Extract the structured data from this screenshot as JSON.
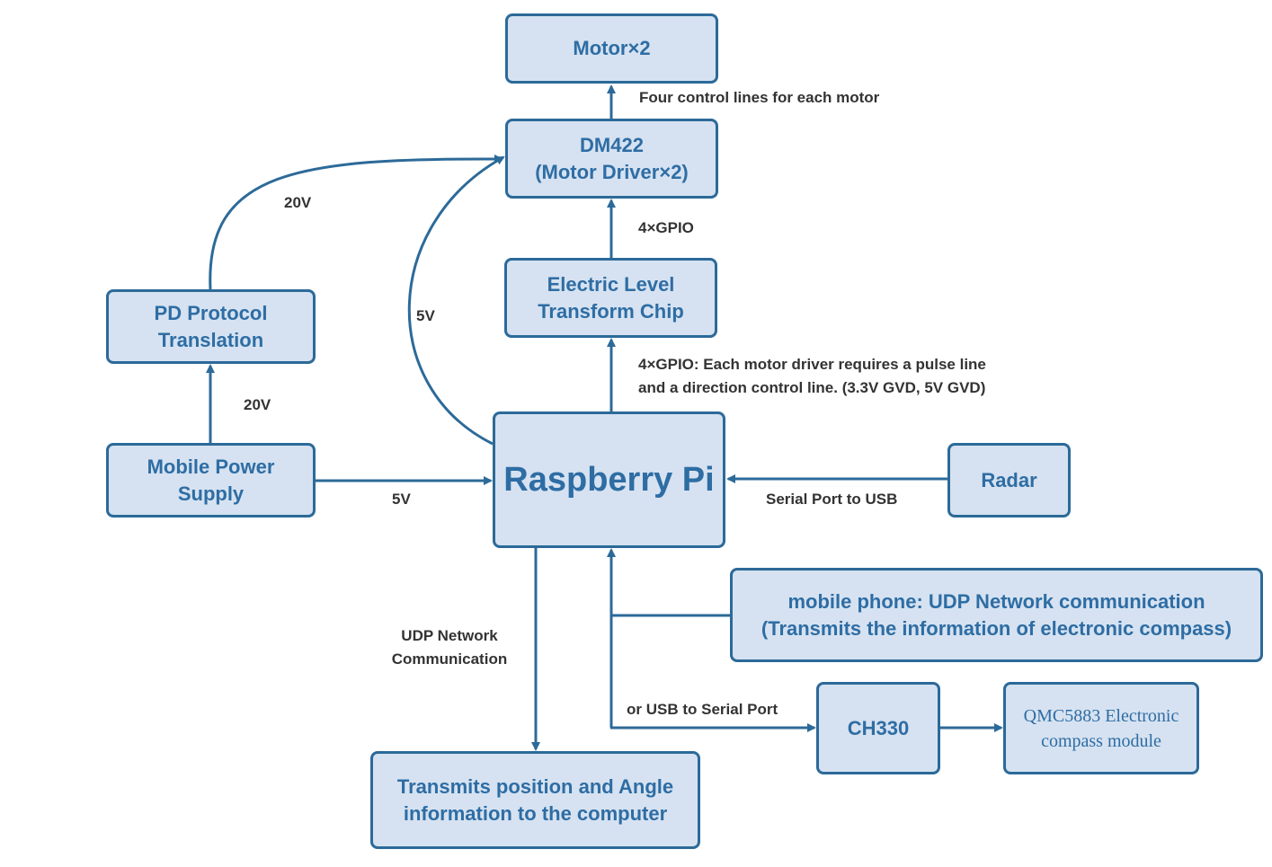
{
  "colors": {
    "box_fill": "#d6e2f1",
    "box_border": "#2c6a99",
    "box_text": "#2e6da4",
    "wire": "#2c6a99",
    "label_text": "#333333"
  },
  "nodes": {
    "motor": {
      "text": "Motor×2"
    },
    "dm422": {
      "line1": "DM422",
      "line2": "(Motor Driver×2)"
    },
    "level_chip": {
      "line1": "Electric Level",
      "line2": "Transform Chip"
    },
    "pd": {
      "line1": "PD Protocol",
      "line2": "Translation"
    },
    "power": {
      "line1": "Mobile Power",
      "line2": "Supply"
    },
    "rpi": {
      "text": "Raspberry Pi"
    },
    "radar": {
      "text": "Radar"
    },
    "phone": {
      "line1": "mobile phone:  UDP Network communication",
      "line2": "(Transmits the information of electronic compass)"
    },
    "ch330": {
      "text": "CH330"
    },
    "compass": {
      "line1": "QMC5883 Electronic",
      "line2": "compass module"
    },
    "computer": {
      "line1": "Transmits position and Angle",
      "line2": "information to the computer"
    }
  },
  "edge_labels": {
    "four_control": "Four control lines for each motor",
    "gpio_top": "4×GPIO",
    "gpio_detail_1": "4×GPIO: Each motor driver requires a pulse line",
    "gpio_detail_2": "and a direction control line. (3.3V GVD, 5V GVD)",
    "v20_top": "20V",
    "v20_bottom": "20V",
    "v5_curve": "5V",
    "v5_power": "5V",
    "serial_usb": "Serial Port to USB",
    "udp_1": "UDP Network",
    "udp_2": "Communication",
    "usb_serial": "or USB to Serial Port"
  }
}
